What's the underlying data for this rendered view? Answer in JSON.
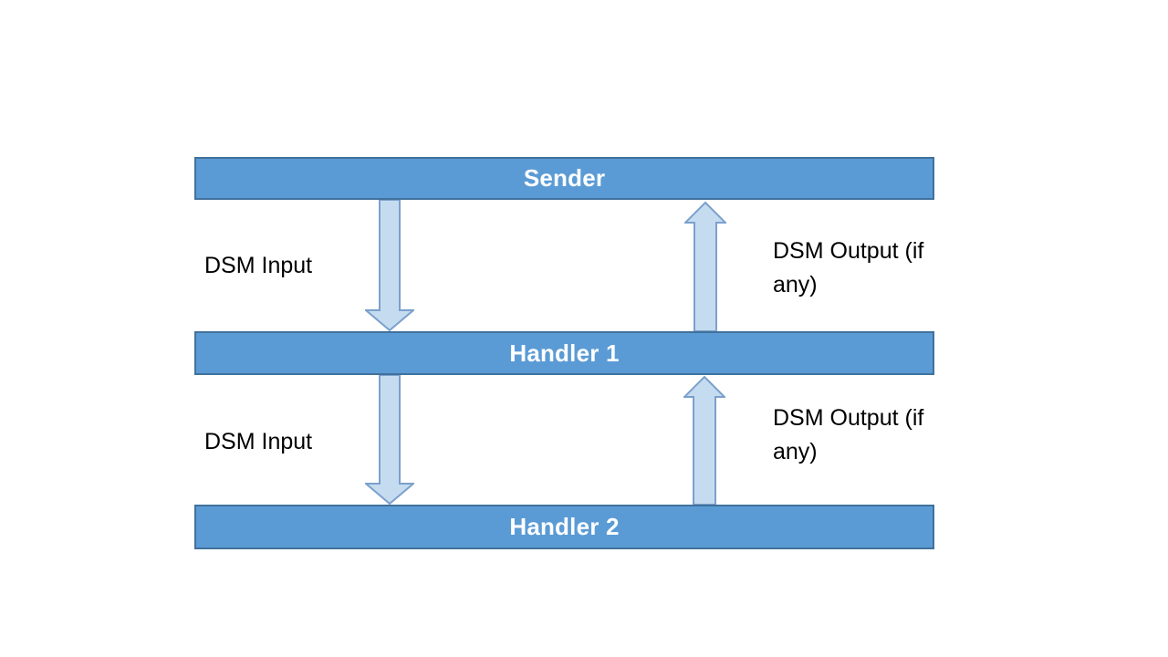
{
  "diagram": {
    "type": "layered-flow",
    "colors": {
      "page_bg": "#ffffff",
      "bar_fill": "#5b9bd5",
      "bar_border": "#41719c",
      "bar_text": "#ffffff",
      "arrow_fill": "#c5dcf0",
      "arrow_border": "#7ba0cc",
      "label_text": "#000000"
    },
    "nodes": [
      {
        "label": "Sender"
      },
      {
        "label": "Handler 1"
      },
      {
        "label": "Handler 2"
      }
    ],
    "edges": [
      {
        "from": "Sender",
        "to": "Handler 1",
        "direction": "down",
        "label": "DSM Input"
      },
      {
        "from": "Handler 1",
        "to": "Sender",
        "direction": "up",
        "label": "DSM Output (if any)"
      },
      {
        "from": "Handler 1",
        "to": "Handler 2",
        "direction": "down",
        "label": "DSM Input"
      },
      {
        "from": "Handler 2",
        "to": "Handler 1",
        "direction": "up",
        "label": "DSM Output (if any)"
      }
    ]
  }
}
